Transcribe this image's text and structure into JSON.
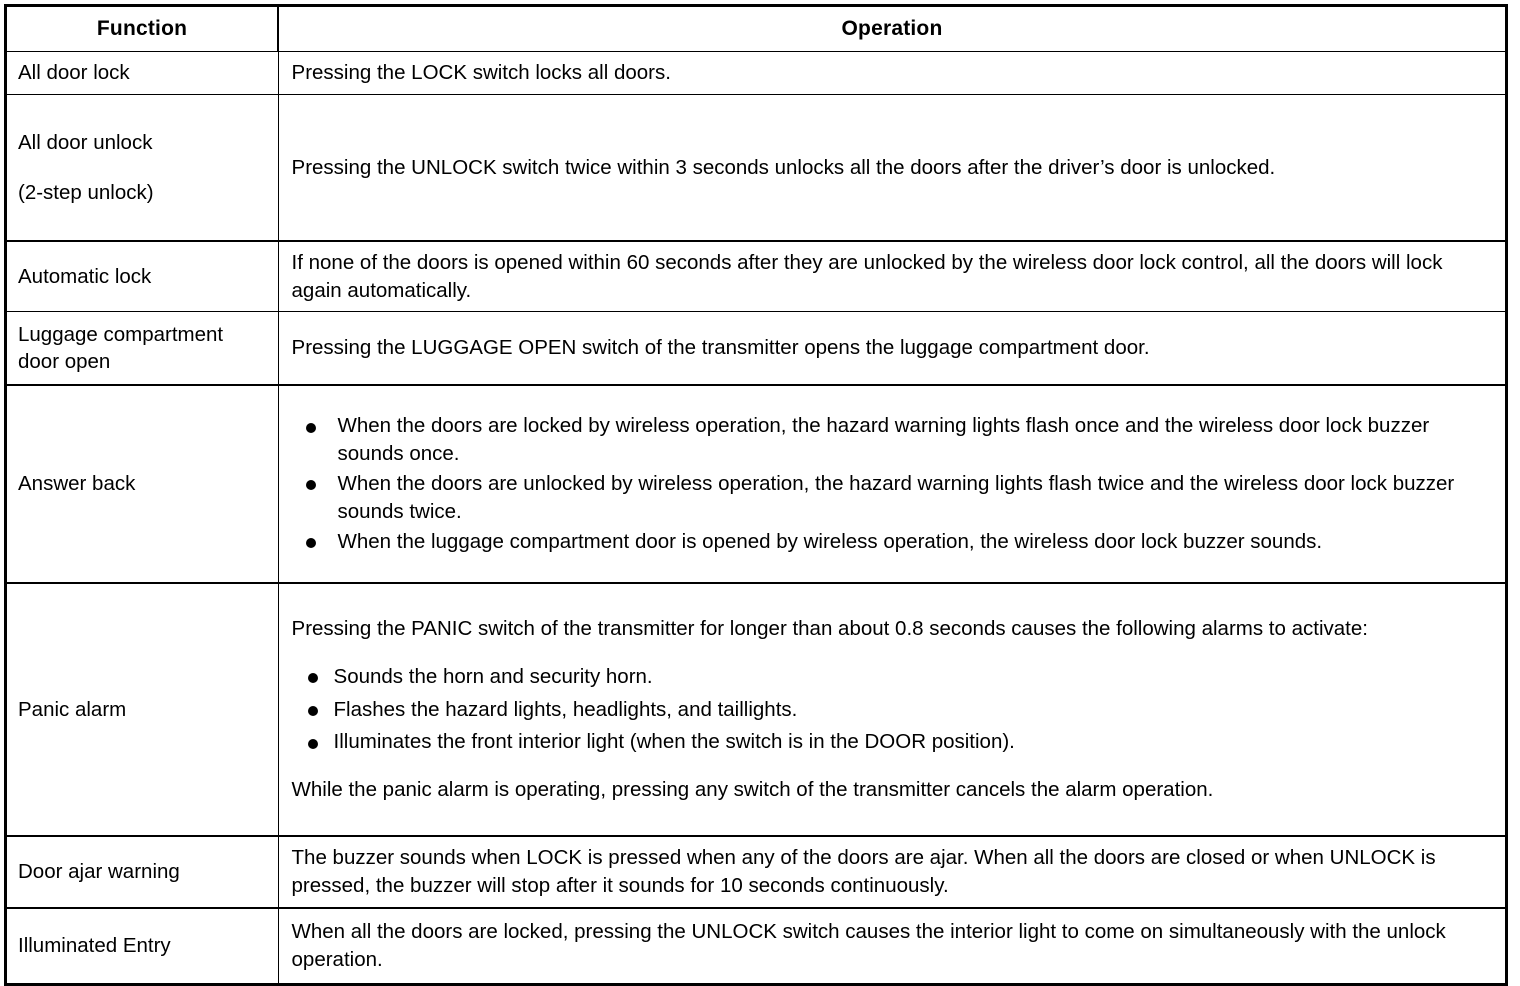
{
  "table": {
    "headers": {
      "function": "Function",
      "operation": "Operation"
    },
    "rows": [
      {
        "function": "All door lock",
        "operation_paragraphs": [
          "Pressing the LOCK switch locks all doors."
        ]
      },
      {
        "function_line1": "All door unlock",
        "function_line2": "(2-step unlock)",
        "operation_paragraphs": [
          "Pressing the UNLOCK switch twice within 3 seconds unlocks all the doors after the driver’s door is unlocked."
        ]
      },
      {
        "function": "Automatic lock",
        "operation_paragraphs": [
          "If none of the doors is opened within 60 seconds after they are unlocked by the wireless door lock control, all the doors will lock again automatically."
        ]
      },
      {
        "function_line1": "Luggage compartment",
        "function_line2": "door open",
        "operation_paragraphs": [
          "Pressing the LUGGAGE OPEN switch of the transmitter opens the luggage compartment door."
        ]
      },
      {
        "function": "Answer back",
        "bullets": [
          "When the doors are locked by wireless operation, the hazard warning lights flash once and the wireless door lock buzzer sounds once.",
          "When the doors are unlocked by wireless operation, the hazard warning lights flash twice and the wireless door lock buzzer sounds twice.",
          "When the luggage compartment door is opened by wireless operation, the wireless door lock buzzer sounds."
        ]
      },
      {
        "function": "Panic alarm",
        "intro": "Pressing the PANIC switch of the transmitter for longer than about 0.8 seconds causes the following alarms to activate:",
        "bullets": [
          "Sounds the horn and security horn.",
          "Flashes the hazard lights, headlights, and taillights.",
          "Illuminates the front interior light (when the switch is in the DOOR position)."
        ],
        "outro": "While the panic alarm is operating, pressing any switch of the transmitter cancels the alarm operation."
      },
      {
        "function": "Door ajar warning",
        "operation_paragraphs": [
          "The buzzer sounds when LOCK is pressed when any of the doors are ajar. When all the doors are closed or when UNLOCK is pressed, the buzzer will stop after it sounds for 10 seconds continuously."
        ]
      },
      {
        "function": "Illuminated Entry",
        "operation_paragraphs": [
          "When all the doors are locked, pressing the UNLOCK switch causes the interior light to come on simultaneously with the unlock operation."
        ]
      }
    ]
  }
}
